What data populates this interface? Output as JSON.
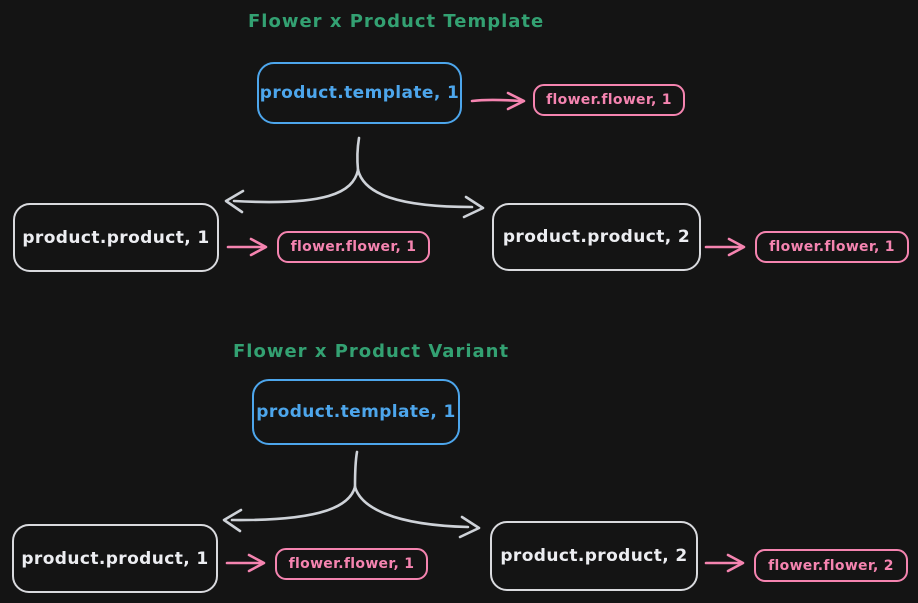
{
  "colors": {
    "background": "#141414",
    "title_green": "#33a172",
    "template_blue": "#4da6ec",
    "flower_pink": "#f584b0",
    "product_white": "#ecedf1",
    "connector_gray": "#ced2d8"
  },
  "diagrams": [
    {
      "title": "Flower x Product Template",
      "template": {
        "label": "product.template, 1"
      },
      "template_flower": {
        "label": "flower.flower, 1"
      },
      "products": [
        {
          "label": "product.product, 1",
          "flower": "flower.flower, 1"
        },
        {
          "label": "product.product, 2",
          "flower": "flower.flower, 1"
        }
      ]
    },
    {
      "title": "Flower x Product Variant",
      "template": {
        "label": "product.template, 1"
      },
      "products": [
        {
          "label": "product.product, 1",
          "flower": "flower.flower, 1"
        },
        {
          "label": "product.product, 2",
          "flower": "flower.flower, 2"
        }
      ]
    }
  ]
}
